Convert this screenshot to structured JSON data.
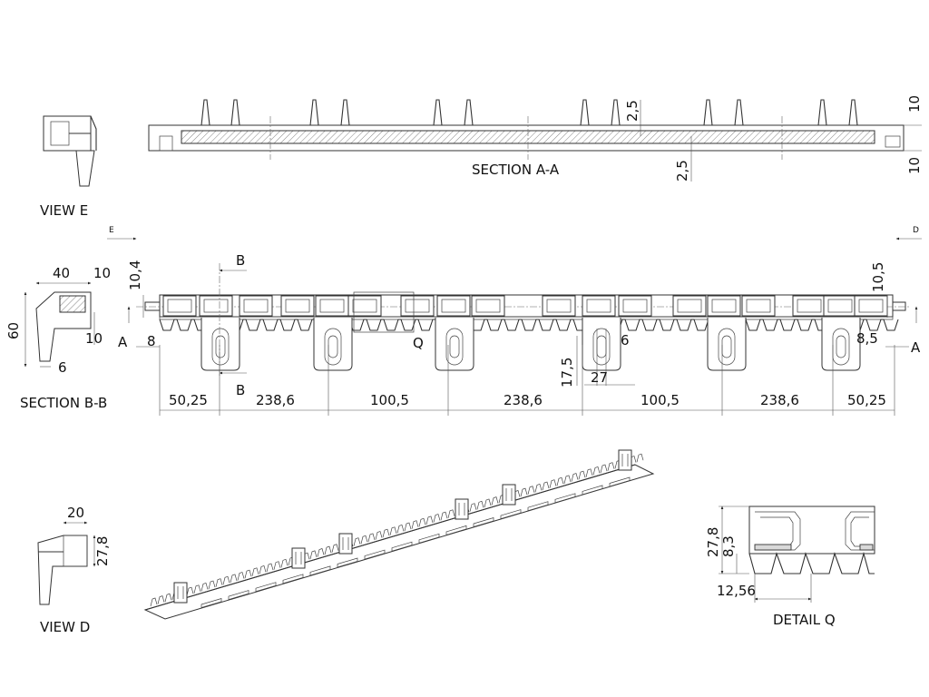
{
  "labels": {
    "view_e": "VIEW E",
    "section_aa": "SECTION A-A",
    "section_bb": "SECTION B-B",
    "view_d": "VIEW D",
    "detail_q": "DETAIL Q",
    "arrow_e": "E",
    "arrow_d": "D",
    "cut_a_left": "A",
    "cut_a_right": "A",
    "cut_b_top": "B",
    "cut_b_bottom": "B",
    "detail_marker": "Q"
  },
  "section_aa_dims": {
    "rib": "2,5",
    "base": "2,5",
    "right_top": "10",
    "right_bottom": "10"
  },
  "section_bb_dims": {
    "width": "40",
    "top_right": "10",
    "height": "60",
    "right_mid": "10",
    "bottom": "6"
  },
  "main_dims": {
    "left_height": "10,4",
    "right_height": "10,5",
    "left_offset": "8",
    "right_offset": "8,5",
    "slot_width": "6",
    "clip_height": "17,5",
    "clip_width": "27",
    "spacing": [
      "50,25",
      "238,6",
      "100,5",
      "238,6",
      "100,5",
      "238,6",
      "50,25"
    ]
  },
  "view_d_dims": {
    "width": "20",
    "height": "27,8"
  },
  "detail_q_dims": {
    "height": "27,8",
    "tooth": "8,3",
    "pitch": "12,56"
  }
}
